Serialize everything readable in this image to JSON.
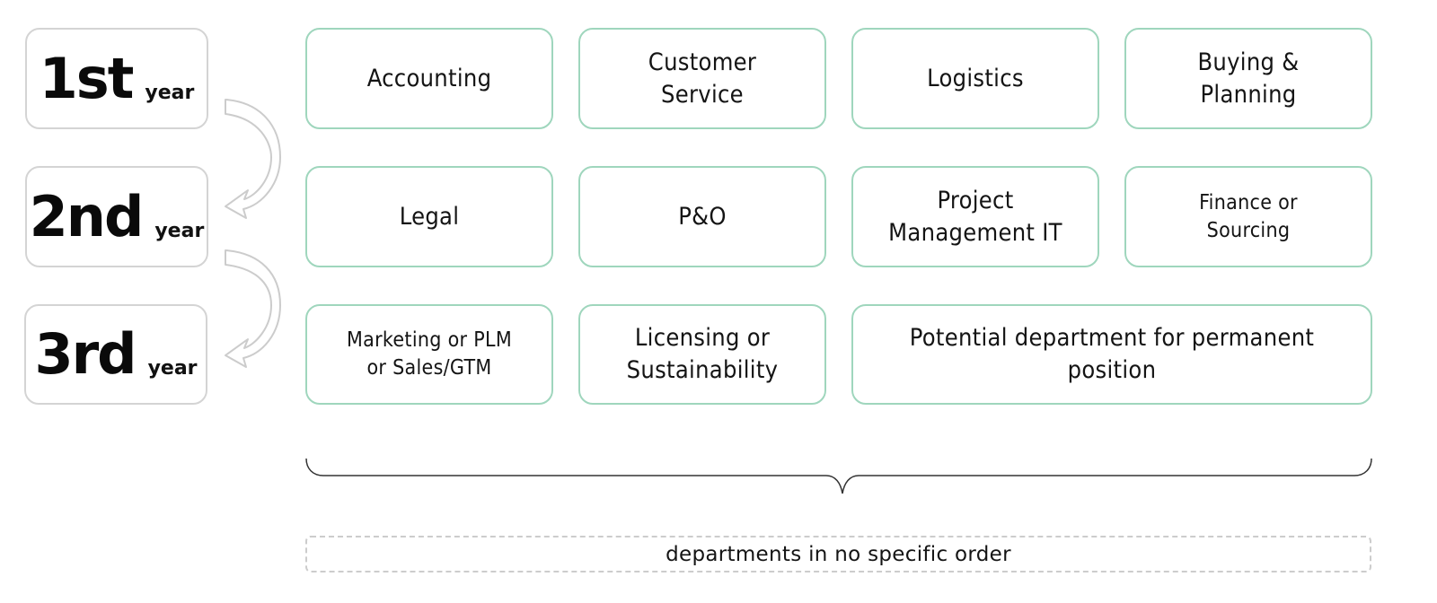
{
  "years": [
    {
      "number": "1st",
      "word": "year"
    },
    {
      "number": "2nd",
      "word": "year"
    },
    {
      "number": "3rd",
      "word": "year"
    }
  ],
  "departments": [
    {
      "label": "Accounting"
    },
    {
      "label": "Customer\nService"
    },
    {
      "label": "Logistics"
    },
    {
      "label": "Buying &\nPlanning"
    },
    {
      "label": "Legal"
    },
    {
      "label": "P&O"
    },
    {
      "label": "Project\nManagement IT"
    },
    {
      "label": "Finance or\nSourcing"
    },
    {
      "label": "Marketing or PLM\nor Sales/GTM"
    },
    {
      "label": "Licensing or\nSustainability"
    },
    {
      "label": "Potential department for permanent\nposition"
    }
  ],
  "note": "departments in no specific order",
  "colors": {
    "dept_border": "#9fd6bd",
    "year_border": "#d4d4d4",
    "arrow": "#cccccc",
    "brace": "#333333",
    "note_border": "#cccccc"
  }
}
